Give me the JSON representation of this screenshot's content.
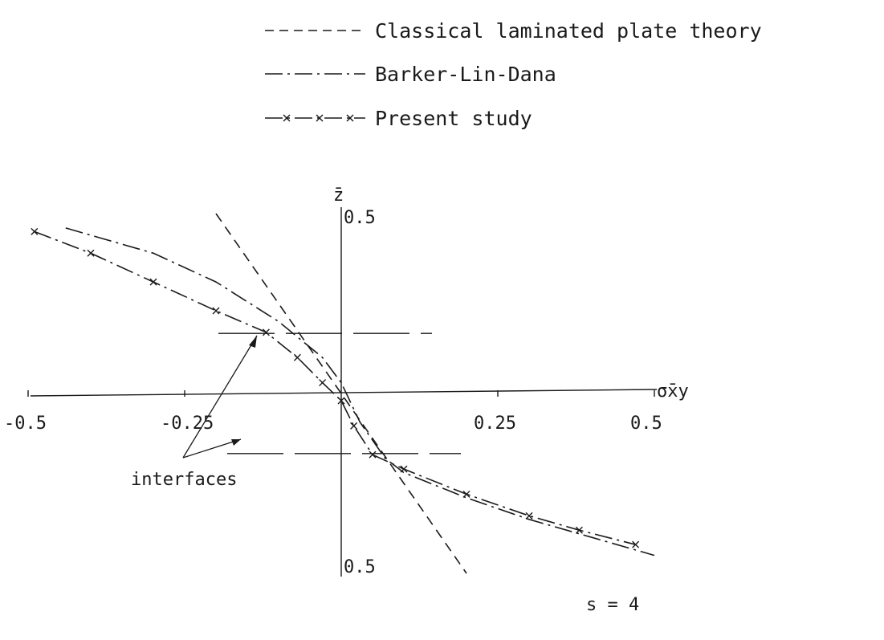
{
  "chart_data": {
    "type": "line",
    "title": "",
    "xlabel": "σ̄xy",
    "ylabel": "z̄",
    "xlim": [
      -0.5,
      0.5
    ],
    "ylim": [
      -0.5,
      0.5
    ],
    "x_tick_labels": [
      "-0.5",
      "-0.25",
      "0.25",
      "0.5"
    ],
    "x_tick_values": [
      -0.5,
      -0.25,
      0.25,
      0.5
    ],
    "y_top_label": "0.5",
    "y_bottom_label": "0.5",
    "interfaces": [
      0.167,
      -0.167
    ],
    "interface_annotation": "interfaces",
    "parameter_label": "s = 4",
    "legend_position": "top-right",
    "series": [
      {
        "name": "Classical laminated plate theory",
        "line_style": "dashed",
        "x": [
          -0.2,
          -0.1,
          0.0,
          0.1,
          0.2
        ],
        "y": [
          0.5,
          0.25,
          0.0,
          -0.25,
          -0.5
        ]
      },
      {
        "name": "Barker-Lin-Dana",
        "line_style": "dash-dot",
        "x": [
          -0.44,
          -0.3,
          -0.2,
          -0.1,
          -0.03,
          0.0,
          0.03,
          0.07,
          0.1,
          0.2,
          0.3,
          0.4,
          0.5
        ],
        "y": [
          0.46,
          0.39,
          0.31,
          0.2,
          0.1,
          0.03,
          -0.08,
          -0.18,
          -0.22,
          -0.29,
          -0.35,
          -0.4,
          -0.45
        ]
      },
      {
        "name": "Present study",
        "line_style": "dash-dot-cross",
        "x": [
          -0.49,
          -0.4,
          -0.3,
          -0.2,
          -0.12,
          -0.07,
          -0.03,
          0.0,
          0.02,
          0.05,
          0.1,
          0.2,
          0.3,
          0.38,
          0.47
        ],
        "y": [
          0.45,
          0.39,
          0.31,
          0.23,
          0.17,
          0.1,
          0.03,
          -0.02,
          -0.09,
          -0.17,
          -0.21,
          -0.28,
          -0.34,
          -0.38,
          -0.42
        ]
      }
    ]
  }
}
